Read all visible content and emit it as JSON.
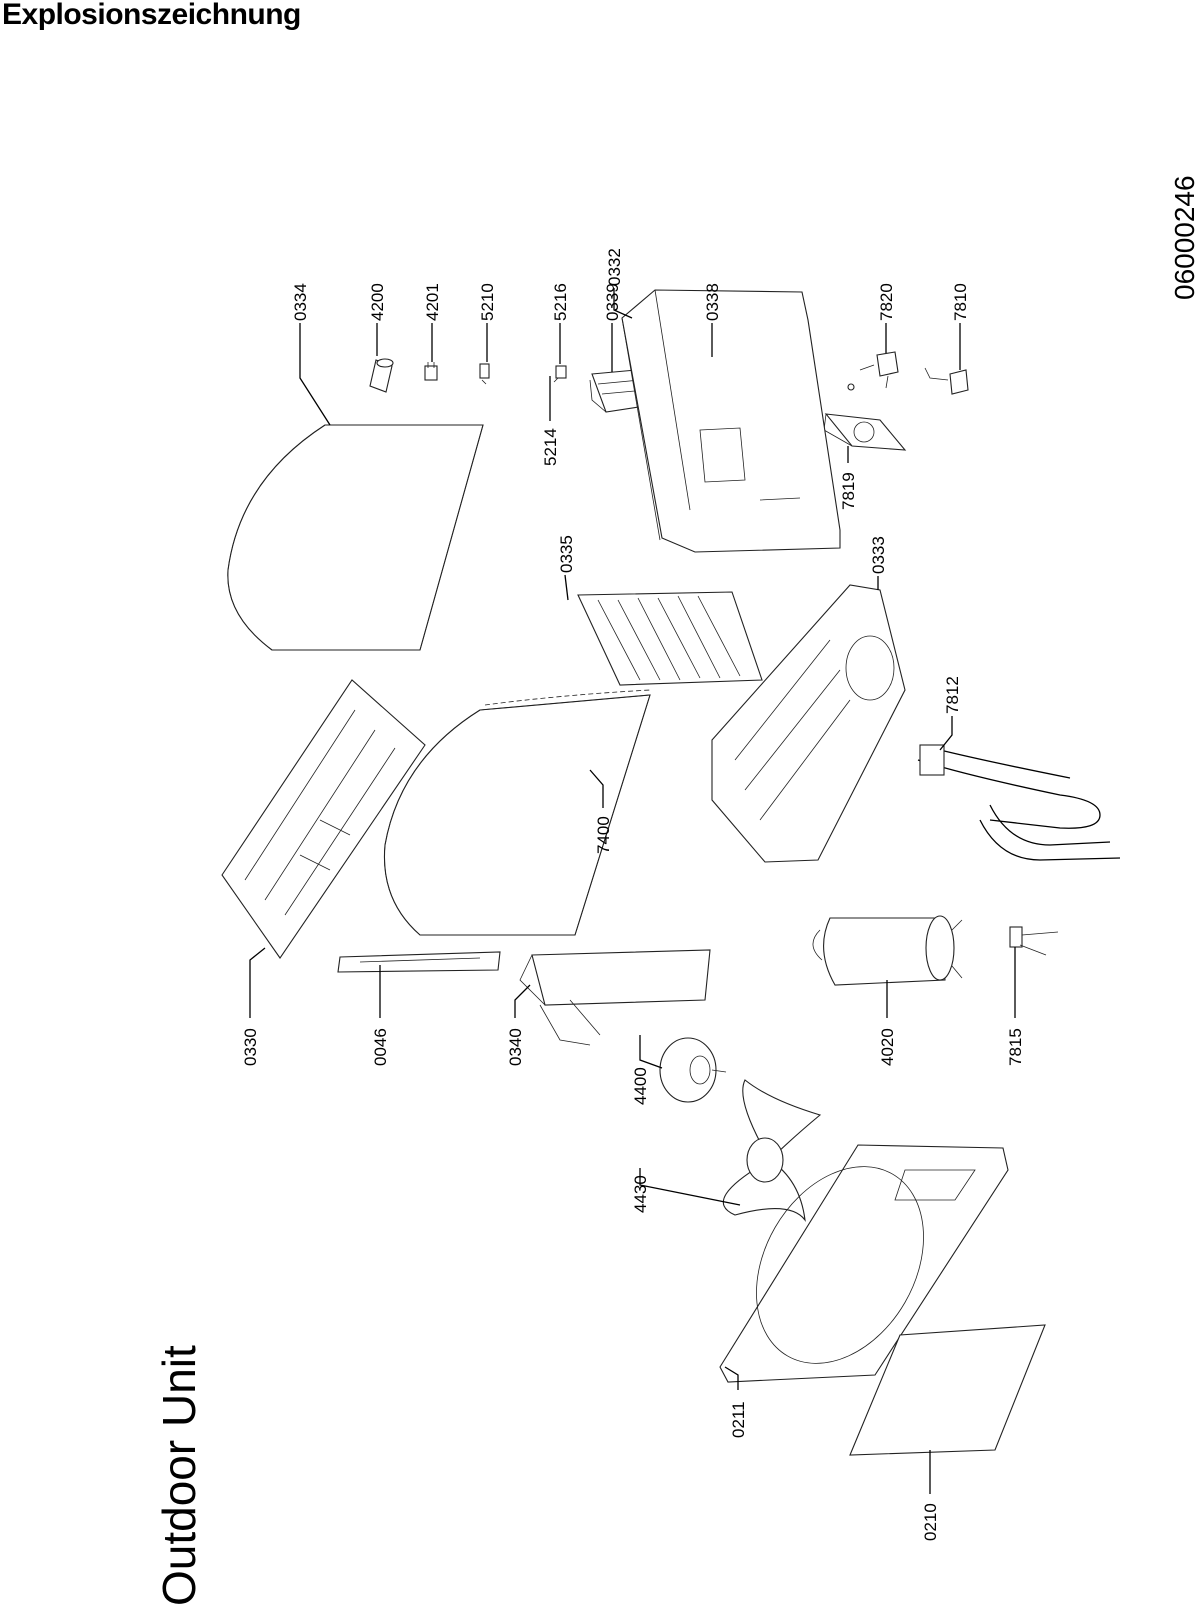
{
  "header": {
    "title": "Explosionszeichnung"
  },
  "document": {
    "number": "06000246"
  },
  "diagram": {
    "unit_title": "Outdoor Unit",
    "part_labels": [
      "0334",
      "4200",
      "4201",
      "5210",
      "5216",
      "0339",
      "0338",
      "7820",
      "7810",
      "5214",
      "0332",
      "7819",
      "0335",
      "0333",
      "7812",
      "7400",
      "0330",
      "0046",
      "0340",
      "4020",
      "7815",
      "4400",
      "4430",
      "0211",
      "0210"
    ]
  }
}
